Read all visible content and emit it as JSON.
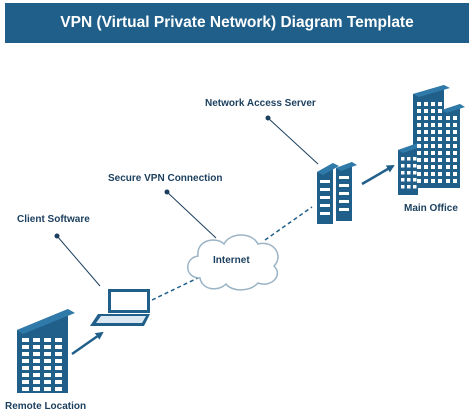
{
  "title": "VPN (Virtual Private Network) Diagram Template",
  "colors": {
    "title_bar": "#1f5f8a",
    "device_fill": "#1f5f8a",
    "label_text": "#1b3f5e",
    "cloud_stroke": "#9ab3c5"
  },
  "nodes": {
    "remote_location": {
      "label": "Remote Location",
      "icon": "office-building-icon"
    },
    "client_software": {
      "label": "Client Software",
      "icon": "laptop-icon"
    },
    "internet": {
      "label": "Internet",
      "icon": "cloud-icon"
    },
    "network_access_server": {
      "label": "Network Access Server",
      "icon": "server-rack-icon"
    },
    "main_office": {
      "label": "Main Office",
      "icon": "office-buildings-icon"
    }
  },
  "callouts": {
    "client_software": "Client Software",
    "secure_vpn": "Secure VPN Connection",
    "network_access_server": "Network Access Server"
  }
}
